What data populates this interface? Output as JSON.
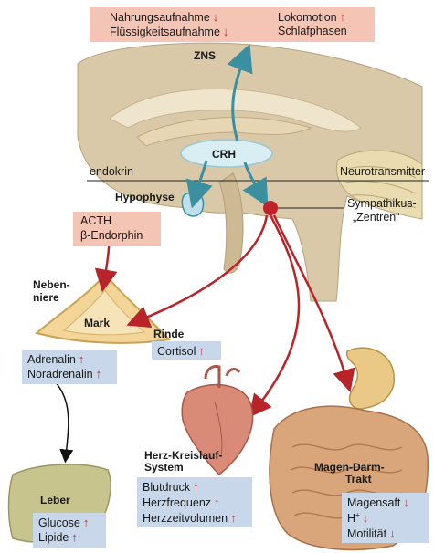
{
  "top_box": {
    "row1_left": "Nahrungsaufnahme",
    "row1_left_arrow": "↓",
    "row1_right": "Lokomotion",
    "row1_right_arrow": "↑",
    "row2_left": "Flüssigkeitsaufnahme",
    "row2_left_arrow": "↓",
    "row2_right": "Schlafphasen"
  },
  "labels": {
    "zns": "ZNS",
    "crh": "CRH",
    "endokrin": "endokrin",
    "neurotransmitter": "Neurotransmitter",
    "hypophyse": "Hypophyse",
    "sympathikus_1": "Sympathikus-",
    "sympathikus_2": "„Zentren“",
    "nebenniere_1": "Neben-",
    "nebenniere_2": "niere",
    "mark": "Mark",
    "rinde": "Rinde",
    "herz_1": "Herz-Kreislauf-",
    "herz_2": "System",
    "magen_1": "Magen-Darm-",
    "magen_2": "Trakt",
    "leber": "Leber"
  },
  "acth_box": {
    "line1": "ACTH",
    "line2": "β-Endorphin"
  },
  "cortisol_box": {
    "label": "Cortisol",
    "arrow": "↑"
  },
  "adrenal_box": {
    "items": [
      {
        "label": "Adrenalin",
        "arrow": "↑"
      },
      {
        "label": "Noradrenalin",
        "arrow": "↑"
      }
    ]
  },
  "heart_box": {
    "items": [
      {
        "label": "Blutdruck",
        "arrow": "↑"
      },
      {
        "label": "Herzfrequenz",
        "arrow": "↑"
      },
      {
        "label": "Herzzeitvolumen",
        "arrow": "↑"
      }
    ]
  },
  "gut_box": {
    "items": [
      {
        "label": "Magensaft",
        "arrow": "↓"
      },
      {
        "label": "H",
        "sup": "+",
        "arrow": "↓"
      },
      {
        "label": "Motilität",
        "arrow": "↓"
      }
    ]
  },
  "liver_box": {
    "items": [
      {
        "label": "Glucose",
        "arrow": "↑"
      },
      {
        "label": "Lipide",
        "arrow": "↑"
      }
    ]
  },
  "colors": {
    "pink_box": "#f4c4b4",
    "blue_box": "#c8d8ea",
    "brain": "#d9c9a8",
    "teal_arrow": "#3a8fa0",
    "red_arrow": "#b8242a"
  }
}
